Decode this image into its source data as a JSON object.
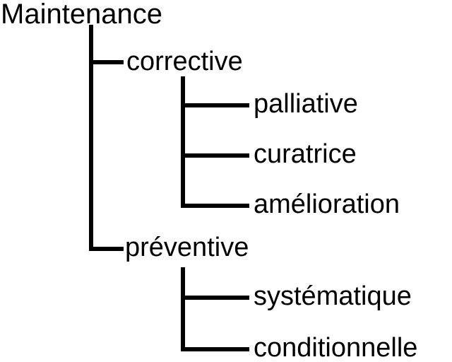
{
  "diagram": {
    "type": "tree",
    "title": "Maintenance",
    "language": "fr",
    "background_color": "#ffffff",
    "line_color": "#000000",
    "text_color": "#000000",
    "line_width": 6,
    "root": {
      "id": "maintenance",
      "label": "Maintenance",
      "level": 0
    },
    "nodes": [
      {
        "id": "corrective",
        "label": "corrective",
        "level": 1,
        "parent": "maintenance"
      },
      {
        "id": "palliative",
        "label": "palliative",
        "level": 2,
        "parent": "corrective"
      },
      {
        "id": "curatrice",
        "label": "curatrice",
        "level": 2,
        "parent": "corrective"
      },
      {
        "id": "amelioration",
        "label": "amélioration",
        "level": 2,
        "parent": "corrective"
      },
      {
        "id": "preventive",
        "label": "préventive",
        "level": 1,
        "parent": "maintenance"
      },
      {
        "id": "systematique",
        "label": "systématique",
        "level": 2,
        "parent": "preventive"
      },
      {
        "id": "conditionnelle",
        "label": "conditionnelle",
        "level": 2,
        "parent": "preventive"
      }
    ]
  }
}
